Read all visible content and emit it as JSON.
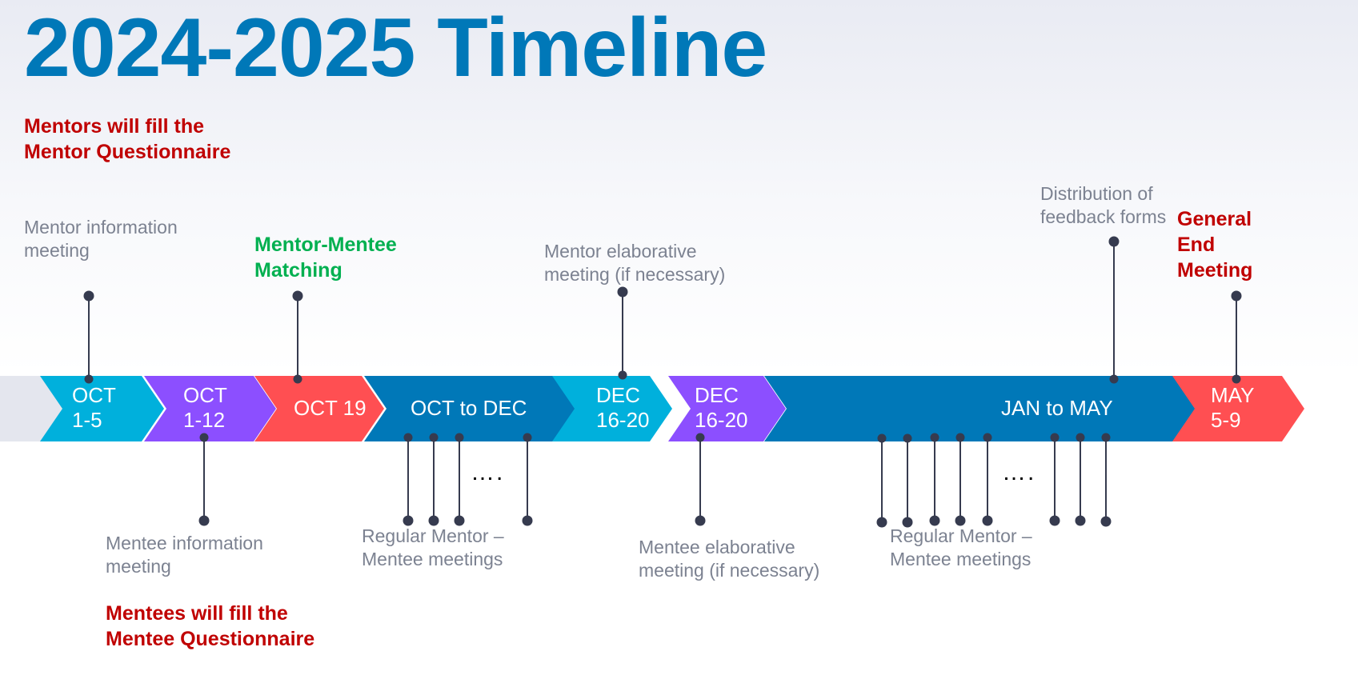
{
  "title": "2024-2025 Timeline",
  "colors": {
    "title": "#0078b8",
    "cyan": "#00b0dc",
    "purple": "#8c4fff",
    "coral": "#ff4f52",
    "blue": "#0078b8",
    "start": "#e4e6ee",
    "connector": "#363b4f",
    "red_text": "#c00000",
    "green_text": "#00b050",
    "gray_text": "#7c8291"
  },
  "segments": [
    {
      "line1": "OCT",
      "line2": "1-5",
      "color": "cyan"
    },
    {
      "line1": "OCT",
      "line2": "1-12",
      "color": "purple"
    },
    {
      "line1": "OCT 19",
      "line2": "",
      "color": "coral"
    },
    {
      "line1": "OCT to DEC",
      "line2": "",
      "color": "blue"
    },
    {
      "line1": "DEC",
      "line2": "16-20",
      "color": "cyan"
    },
    {
      "line1": "DEC",
      "line2": "16-20",
      "color": "purple"
    },
    {
      "line1": "JAN to MAY",
      "line2": "",
      "color": "blue"
    },
    {
      "line1": "MAY",
      "line2": "5-9",
      "color": "coral"
    }
  ],
  "labels": {
    "mentors_fill": "Mentors will fill the Mentor Questionnaire",
    "mentor_info": "Mentor information meeting",
    "matching": "Mentor-Mentee Matching",
    "mentor_elaborative": "Mentor elaborative meeting (if necessary)",
    "distribution": "Distribution of feedback forms",
    "general_end": "General End Meeting",
    "mentee_info": "Mentee information meeting",
    "mentees_fill": "Mentees will fill the Mentee Questionnaire",
    "regular_1": "Regular Mentor – Mentee meetings",
    "mentee_elaborative": "Mentee elaborative meeting (if necessary)",
    "regular_2": "Regular Mentor – Mentee meetings"
  },
  "ellipsis": "….",
  "ellipsis_2": "…."
}
